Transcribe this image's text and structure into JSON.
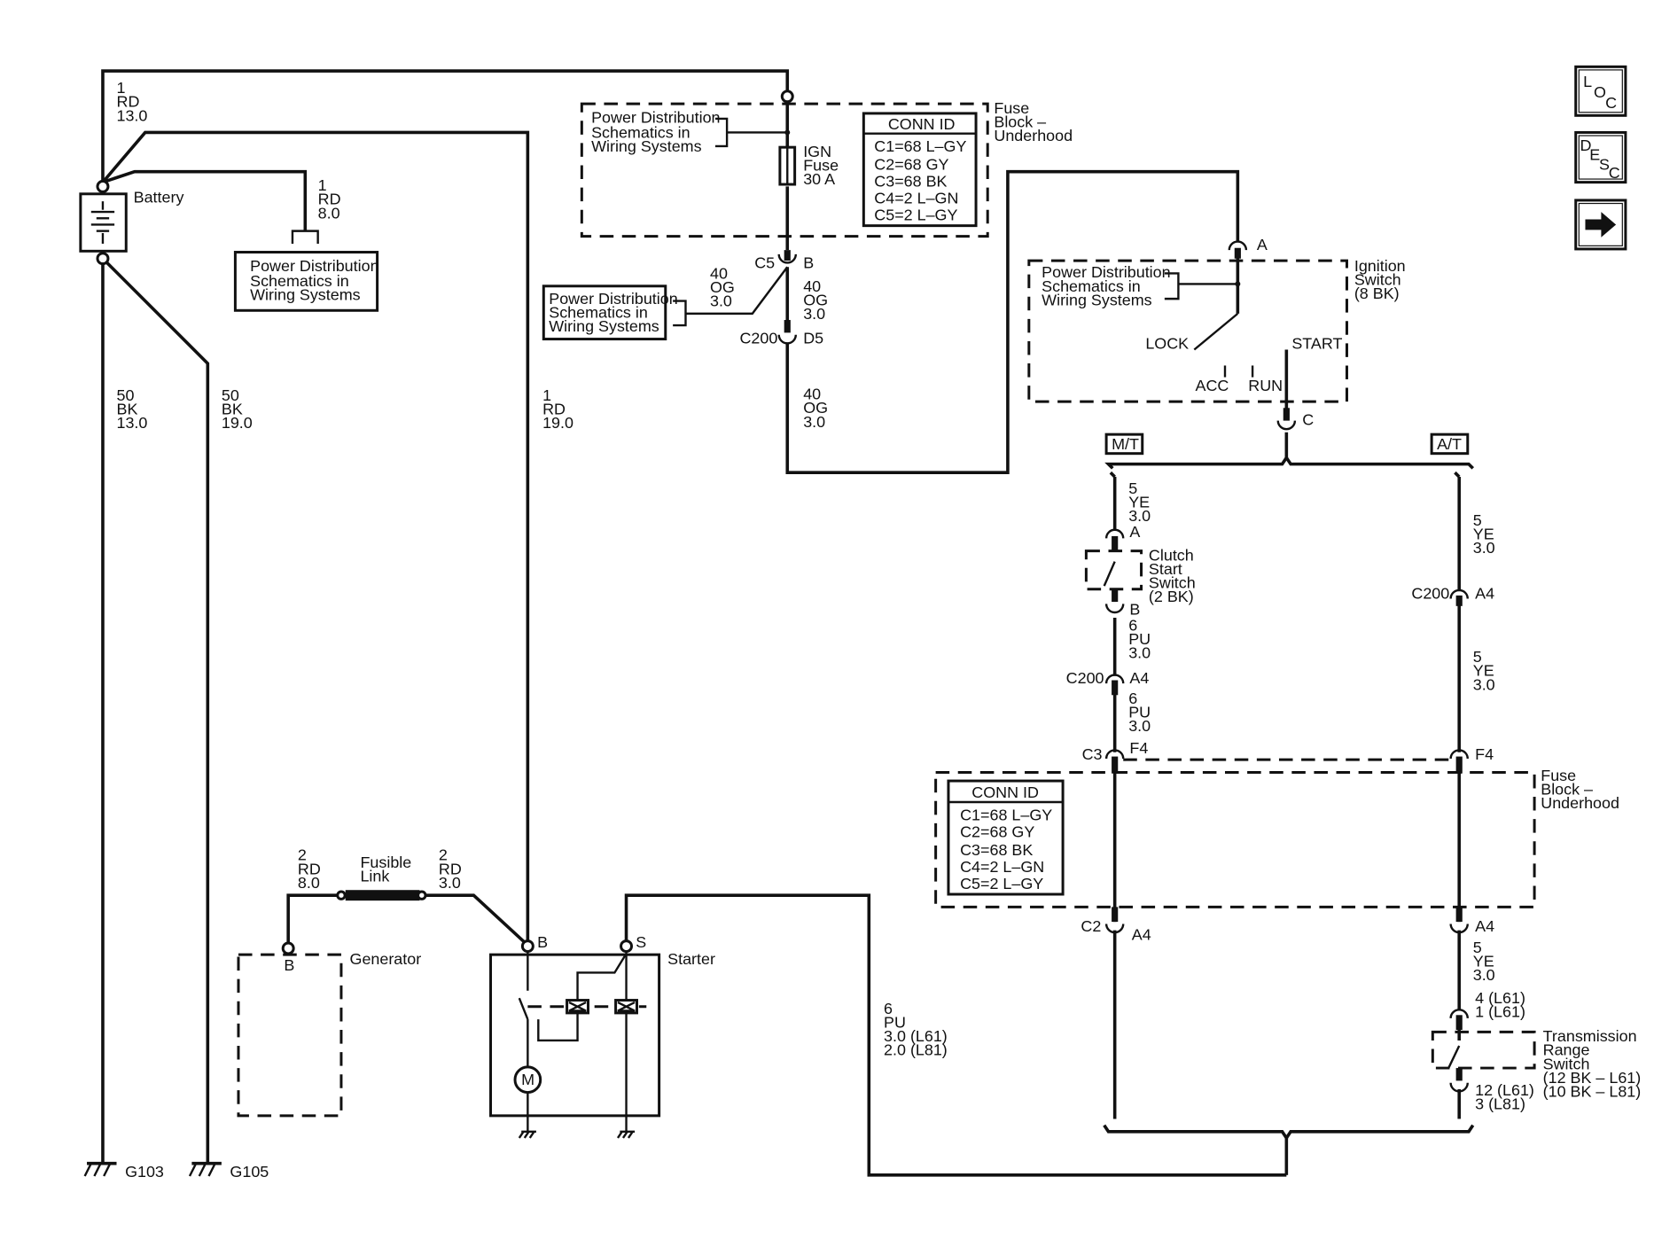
{
  "nav": {
    "loc": {
      "c1": "L",
      "c2": "O",
      "c3": "C"
    },
    "desc": {
      "c1": "D",
      "c2": "E",
      "c3": "S",
      "c4": "C"
    }
  },
  "battery": {
    "label": "Battery"
  },
  "pd_ref": {
    "line1": "Power Distribution",
    "line2": "Schematics in",
    "line3": "Wiring Systems"
  },
  "fuse_block": {
    "line1": "Fuse",
    "line2": "Block –",
    "line3": "Underhood"
  },
  "ign_fuse": {
    "line1": "IGN",
    "line2": "Fuse",
    "line3": "30 A"
  },
  "conn_id": {
    "title": "CONN ID",
    "rows": [
      "C1=68 L–GY",
      "C2=68 GY",
      "C3=68 BK",
      "C4=2 L–GN",
      "C5=2 L–GY"
    ]
  },
  "wires": {
    "bat_top": [
      "1",
      "RD",
      "13.0"
    ],
    "bat_pd": [
      "1",
      "RD",
      "8.0"
    ],
    "g103": [
      "50",
      "BK",
      "13.0"
    ],
    "g105": [
      "50",
      "BK",
      "19.0"
    ],
    "starter_b": [
      "1",
      "RD",
      "19.0"
    ],
    "c5_left": [
      "40",
      "OG",
      "3.0"
    ],
    "c5_right": [
      "40",
      "OG",
      "3.0"
    ],
    "c200_below": [
      "40",
      "OG",
      "3.0"
    ],
    "gen_b": [
      "2",
      "RD",
      "8.0"
    ],
    "link_out": [
      "2",
      "RD",
      "3.0"
    ],
    "starter_s": [
      "6",
      "PU",
      "3.0 (L61)",
      "2.0 (L81)"
    ],
    "mt_top": [
      "5",
      "YE",
      "3.0"
    ],
    "mt_clutch_out": [
      "6",
      "PU",
      "3.0"
    ],
    "mt_c200_out": [
      "6",
      "PU",
      "3.0"
    ],
    "at_top": [
      "5",
      "YE",
      "3.0"
    ],
    "at_c200_out": [
      "5",
      "YE",
      "3.0"
    ],
    "at_fb_out": [
      "5",
      "YE",
      "3.0"
    ]
  },
  "connectors": {
    "c5": "C5",
    "c5_pin": "B",
    "c200": "C200",
    "c200_pin": "D5",
    "ign_a": "A",
    "ign_c": "C",
    "clutch_a": "A",
    "clutch_b": "B",
    "c200_a4": "A4",
    "c3": "C3",
    "f4": "F4",
    "c2": "C2",
    "a4": "A4",
    "trs_in": [
      "4 (L61)",
      "1 (L61)"
    ],
    "trs_out": [
      "12 (L61)",
      "3 (L81)"
    ]
  },
  "ignition": {
    "title": [
      "Ignition",
      "Switch",
      "(8 BK)"
    ],
    "lock": "LOCK",
    "start": "START",
    "acc": "ACC",
    "run": "RUN"
  },
  "tabs": {
    "mt": "M/T",
    "at": "A/T"
  },
  "clutch": {
    "label": [
      "Clutch",
      "Start",
      "Switch",
      "(2 BK)"
    ]
  },
  "trs": {
    "label": [
      "Transmission",
      "Range",
      "Switch",
      "(12 BK – L61)",
      "(10 BK – L81)"
    ]
  },
  "fusible": {
    "label": [
      "Fusible",
      "Link"
    ]
  },
  "generator": {
    "label": "Generator",
    "pin": "B"
  },
  "starter": {
    "label": "Starter",
    "pin_b": "B",
    "pin_s": "S",
    "motor": "M"
  },
  "grounds": {
    "g103": "G103",
    "g105": "G105"
  }
}
